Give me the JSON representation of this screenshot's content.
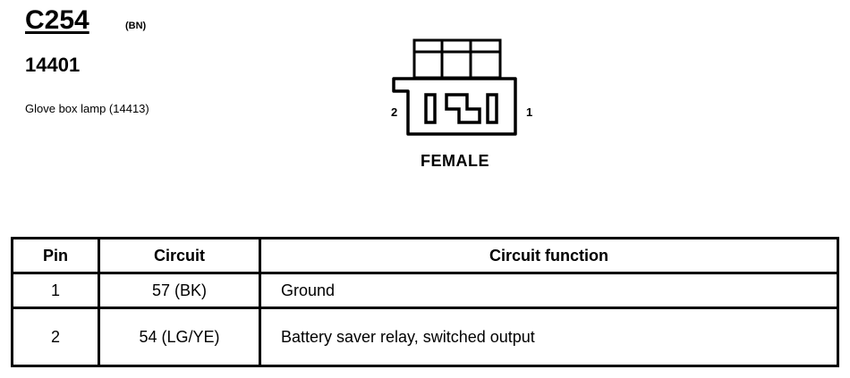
{
  "header": {
    "connector_id": "C254",
    "color_code": "(BN)",
    "part_number": "14401",
    "description": "Glove box lamp (14413)"
  },
  "connector_view": {
    "pin_left_label": "2",
    "pin_right_label": "1",
    "gender_label": "FEMALE"
  },
  "pin_table": {
    "headers": [
      "Pin",
      "Circuit",
      "Circuit function"
    ],
    "rows": [
      {
        "pin": "1",
        "circuit": "57 (BK)",
        "function": "Ground"
      },
      {
        "pin": "2",
        "circuit": "54 (LG/YE)",
        "function": "Battery saver relay, switched output"
      }
    ]
  }
}
